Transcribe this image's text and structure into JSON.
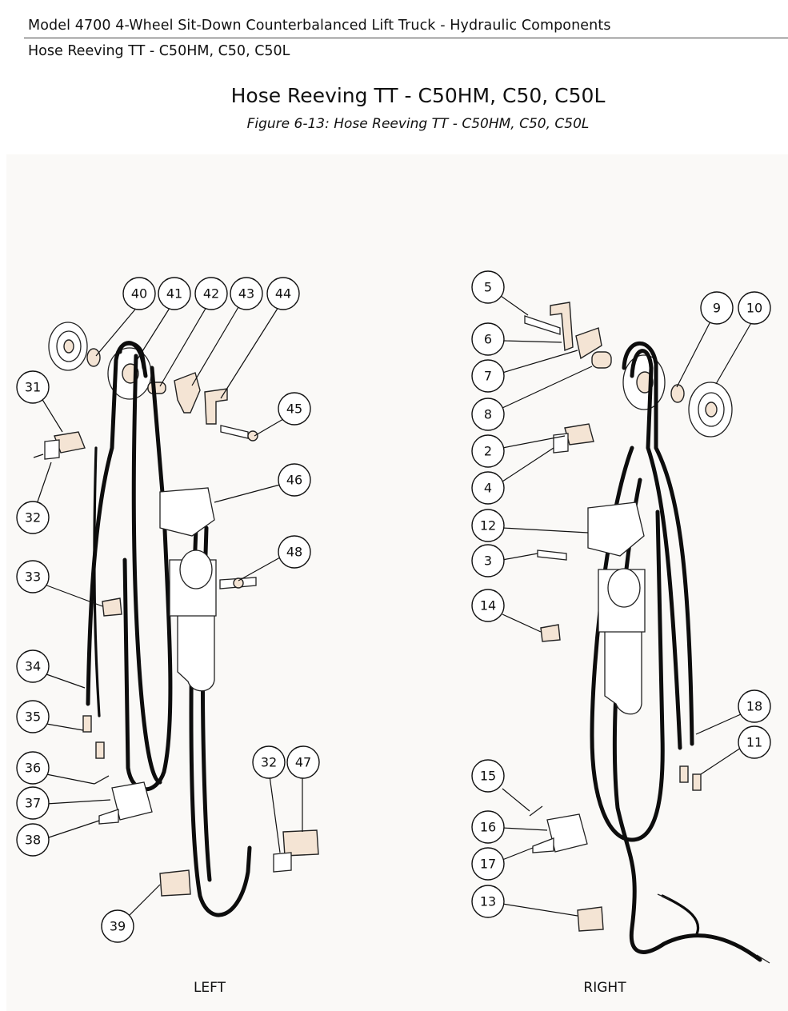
{
  "header": {
    "title": "Model 4700 4-Wheel Sit-Down Counterbalanced Lift Truck - Hydraulic Components",
    "subtitle": "Hose Reeving TT - C50HM, C50, C50L"
  },
  "figure": {
    "title": "Hose Reeving TT - C50HM, C50, C50L",
    "caption": "Figure 6-13: Hose Reeving TT - C50HM, C50, C50L"
  },
  "views": {
    "left_label": "LEFT",
    "right_label": "RIGHT"
  },
  "callouts": {
    "c40": "40",
    "c41": "41",
    "c42": "42",
    "c43": "43",
    "c44": "44",
    "c31": "31",
    "c45": "45",
    "c32a": "32",
    "c46": "46",
    "c48": "48",
    "c33": "33",
    "c34": "34",
    "c35": "35",
    "c36": "36",
    "c37": "37",
    "c38": "38",
    "c32b": "32",
    "c47": "47",
    "c39": "39",
    "c5": "5",
    "c9": "9",
    "c10": "10",
    "c6": "6",
    "c7": "7",
    "c8": "8",
    "c2": "2",
    "c4": "4",
    "c12": "12",
    "c3": "3",
    "c14": "14",
    "c18": "18",
    "c11": "11",
    "c15": "15",
    "c16": "16",
    "c17": "17",
    "c13": "13"
  }
}
